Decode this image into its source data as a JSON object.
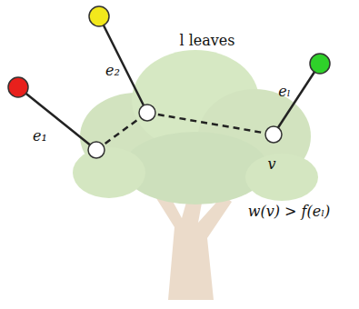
{
  "diagram": {
    "labels": [
      "l leaves",
      "e₁",
      "e₂",
      "eₗ",
      "v",
      "w(v) > f(eₗ)"
    ]
  }
}
